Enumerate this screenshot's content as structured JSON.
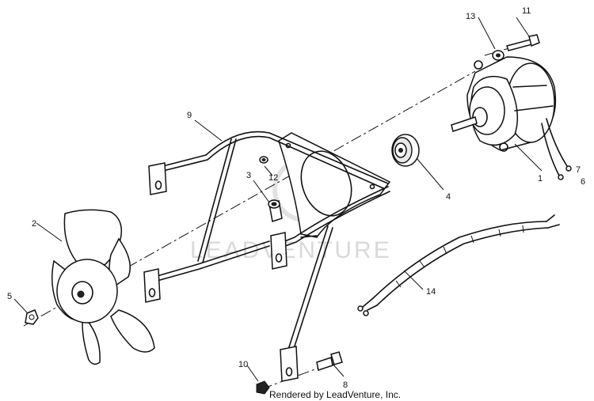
{
  "watermark": {
    "text": "LEADVENTURE"
  },
  "credit": {
    "text": "Rendered by LeadVenture, Inc."
  },
  "callouts": {
    "c1": "1",
    "c2": "2",
    "c3": "3",
    "c4": "4",
    "c5": "5",
    "c6": "6",
    "c7": "7",
    "c8": "8",
    "c9": "9",
    "c10": "10",
    "c11": "11",
    "c12": "12",
    "c13": "13",
    "c14": "14"
  },
  "colors": {
    "line": "#111111",
    "watermark": "#d9d9d9",
    "background": "#ffffff"
  }
}
